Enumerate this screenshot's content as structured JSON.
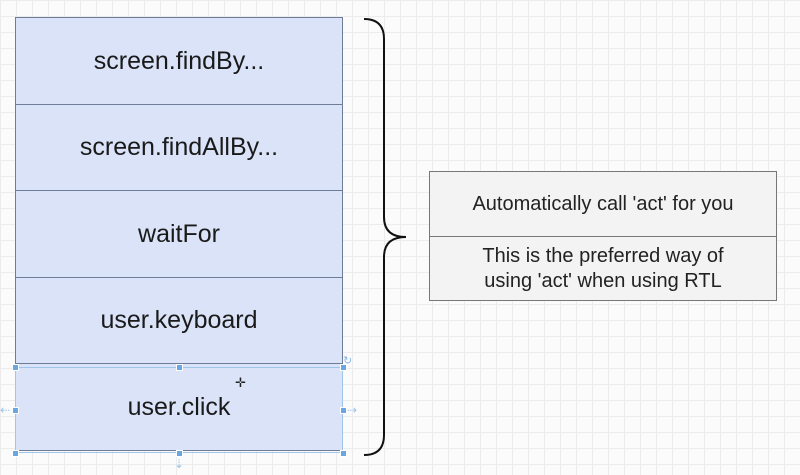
{
  "stack": [
    {
      "label": "screen.findBy..."
    },
    {
      "label": "screen.findAllBy..."
    },
    {
      "label": "waitFor"
    },
    {
      "label": "user.keyboard"
    },
    {
      "label": "user.click"
    }
  ],
  "note": {
    "title": "Automatically call 'act' for you",
    "body_line1": "This is the preferred way of",
    "body_line2": "using 'act' when using RTL"
  },
  "colors": {
    "box_fill": "#dae3f8",
    "box_border": "#6f7c98",
    "note_fill": "#f3f3f3",
    "selection": "#6aa7e0"
  },
  "icons": {
    "brace": "right-curly-brace",
    "rotate": "rotate-handle-icon",
    "cursor": "move-cursor-icon"
  }
}
